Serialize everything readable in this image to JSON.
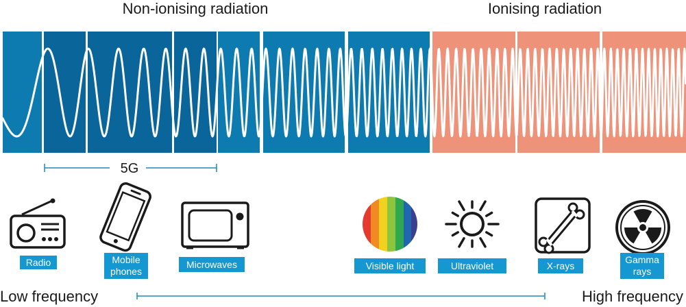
{
  "headings": {
    "non_ionising": "Non-ionising radiation",
    "ionising": "Ionising radiation"
  },
  "colors": {
    "non_ionising_panel": "#0e7bb0",
    "non_ionising_panel_dark": "#0a669a",
    "ionising_panel": "#ef927a",
    "wave": "#ffffff",
    "tag_background": "#1597d1",
    "line": "#1c88bd",
    "icon_stroke": "#1a1a1a"
  },
  "range_5g": "5G",
  "sources": [
    {
      "icon": "radio-icon",
      "label": [
        "Radio"
      ]
    },
    {
      "icon": "mobile-phone-icon",
      "label": [
        "Mobile",
        "phones"
      ]
    },
    {
      "icon": "microwave-oven-icon",
      "label": [
        "Microwaves"
      ]
    },
    {
      "icon": "rainbow-icon",
      "label": [
        "Visible light"
      ]
    },
    {
      "icon": "sun-icon",
      "label": [
        "Ultraviolet"
      ]
    },
    {
      "icon": "bone-icon",
      "label": [
        "X-rays"
      ]
    },
    {
      "icon": "radiation-icon",
      "label": [
        "Gamma",
        "rays"
      ]
    }
  ],
  "frequency": {
    "low": "Low frequency",
    "high": "High frequency"
  }
}
